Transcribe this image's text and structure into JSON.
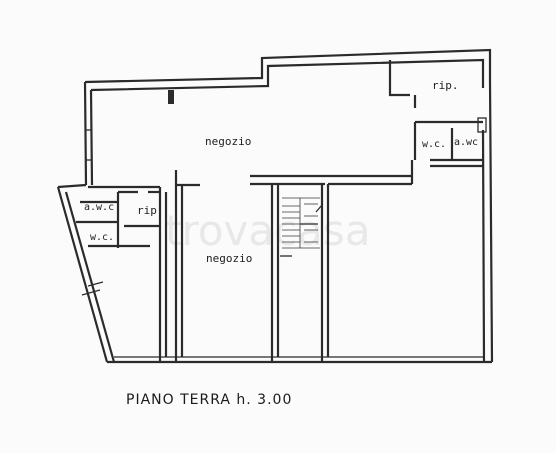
{
  "rooms": {
    "shop_upper": "negozio",
    "shop_lower": "negozio",
    "storage_right": "rip.",
    "storage_left": "rip",
    "wc_right": "w.c.",
    "antewc_right": "a.wc",
    "antewc_left": "a.w.c",
    "wc_left": "w.c."
  },
  "caption": "PIANO TERRA h. 3.00",
  "watermark": "trovacasa"
}
